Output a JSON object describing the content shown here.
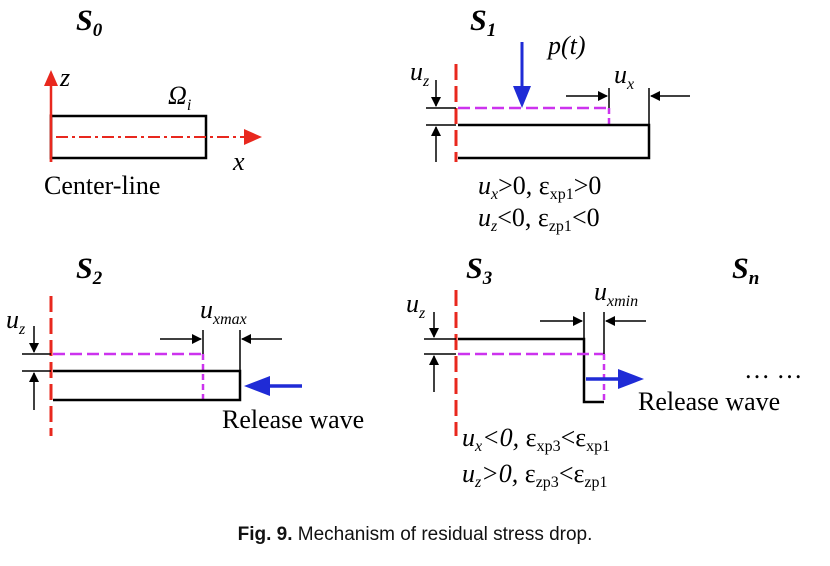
{
  "stages": {
    "s0": {
      "base": "S",
      "sub": "0"
    },
    "s1": {
      "base": "S",
      "sub": "1"
    },
    "s2": {
      "base": "S",
      "sub": "2"
    },
    "s3": {
      "base": "S",
      "sub": "3"
    },
    "sn": {
      "base": "S",
      "sub": "n"
    }
  },
  "s0_panel": {
    "z_axis": "z",
    "x_axis": "x",
    "omega": "Ω",
    "omega_sub": "i",
    "centerline": "Center-line"
  },
  "s1_panel": {
    "load_label": "p(t)",
    "uz": "u",
    "uz_sub": "z",
    "ux": "u",
    "ux_sub": "x",
    "cond1": {
      "u": "u",
      "u_sub": "x",
      "rel": ">0, ",
      "eps": "ε",
      "eps_sub": "xp1",
      "tail": ">0"
    },
    "cond2": {
      "u": "u",
      "u_sub": "z",
      "rel": "<0, ",
      "eps": "ε",
      "eps_sub": "zp1",
      "tail": "<0"
    }
  },
  "s2_panel": {
    "uz": "u",
    "uz_sub": "z",
    "uxmax": "u",
    "uxmax_sub": "xmax",
    "release": "Release wave"
  },
  "s3_panel": {
    "uz": "u",
    "uz_sub": "z",
    "uxmin": "u",
    "uxmin_sub": "xmin",
    "release": "Release wave",
    "cond1": {
      "u": "u",
      "u_sub": "x",
      "rel": "<0, ",
      "eps": "ε",
      "eps_sub": "xp3",
      "mid": "<ε",
      "mid_sub": "xp1"
    },
    "cond2": {
      "u": "u",
      "u_sub": "z",
      "rel": ">0, ",
      "eps": "ε",
      "eps_sub": "zp3",
      "mid": "<ε",
      "mid_sub": "zp1"
    }
  },
  "sn_panel": {
    "dots": "… …"
  },
  "caption": {
    "label": "Fig. 9.",
    "text": "Mechanism of residual stress drop."
  },
  "colors": {
    "red": "#e8281e",
    "blue": "#1f2bd6",
    "magenta": "#cc33ee",
    "black": "#000000"
  }
}
